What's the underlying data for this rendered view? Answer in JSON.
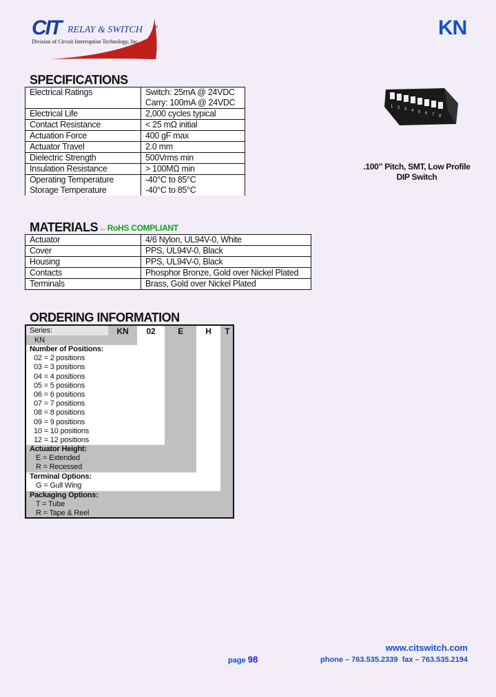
{
  "header": {
    "logo_text": "CIT",
    "logo_subtitle": "RELAY & SWITCH",
    "logo_tm": "TM",
    "logo_division": "Division of Circuit Interruption Technology, Inc.",
    "series_code": "KN"
  },
  "product": {
    "caption_line1": ".100” Pitch, SMT, Low Profile",
    "caption_line2": "DIP Switch",
    "switch_numbers": [
      "1",
      "2",
      "3",
      "4",
      "5",
      "6",
      "7",
      "8"
    ]
  },
  "specifications": {
    "title": "SPECIFICATIONS",
    "rows": [
      {
        "label": "Electrical Ratings",
        "value": "Switch: 25mA @ 24VDC",
        "value2": "Carry: 100mA @ 24VDC"
      },
      {
        "label": "Electrical Life",
        "value": "2,000 cycles typical"
      },
      {
        "label": "Contact Resistance",
        "value": "< 25 mΩ initial"
      },
      {
        "label": "Actuation Force",
        "value": "400 gF max"
      },
      {
        "label": "Actuator Travel",
        "value": "2.0 mm"
      },
      {
        "label": "Dielectric Strength",
        "value": "500Vrms min"
      },
      {
        "label": "Insulation Resistance",
        "value": "> 100MΩ min"
      },
      {
        "label": "Operating Temperature",
        "value": "-40°C  to  85°C"
      },
      {
        "label": "Storage Temperature",
        "value": "-40°C  to  85°C"
      }
    ]
  },
  "materials": {
    "title": "MATERIALS",
    "rohs": "←RoHS COMPLIANT",
    "rows": [
      {
        "label": "Actuator",
        "value": "4/6 Nylon, UL94V-0, White"
      },
      {
        "label": "Cover",
        "value": "PPS, UL94V-0, Black"
      },
      {
        "label": "Housing",
        "value": "PPS, UL94V-0, Black"
      },
      {
        "label": "Contacts",
        "value": "Phosphor Bronze, Gold over Nickel Plated"
      },
      {
        "label": "Terminals",
        "value": "Brass, Gold over Nickel Plated"
      }
    ]
  },
  "ordering": {
    "title": "ORDERING INFORMATION",
    "series_label": "Series:",
    "codes": [
      "KN",
      "02",
      "E",
      "H",
      "T"
    ],
    "series_value": "KN",
    "positions_title": "Number of Positions:",
    "positions": [
      "02 = 2 positions",
      "03 = 3 positions",
      "04 = 4 positions",
      "05 = 5 positions",
      "06 = 6 positions",
      "07 = 7 positions",
      "08 = 8 positions",
      "09 = 9 positions",
      "10 = 10 positions",
      "12 = 12 positions"
    ],
    "actuator_title": "Actuator Height:",
    "actuator": [
      "E = Extended",
      "R = Recessed"
    ],
    "terminal_title": "Terminal Options:",
    "terminal": [
      "G = Gull Wing"
    ],
    "packaging_title": "Packaging Options:",
    "packaging": [
      "T = Tube",
      "R = Tape & Reel"
    ]
  },
  "footer": {
    "page_label": "page",
    "page_number": "98",
    "website": "www.citswitch.com",
    "contact": "phone – 763.535.2339  fax – 763.535.2194"
  },
  "colors": {
    "brand_blue": "#1550c8",
    "rohs_green": "#10a020",
    "logo_red": "#c0201a",
    "background": "#f3edf7",
    "table_gray": "#c0c0c0"
  }
}
